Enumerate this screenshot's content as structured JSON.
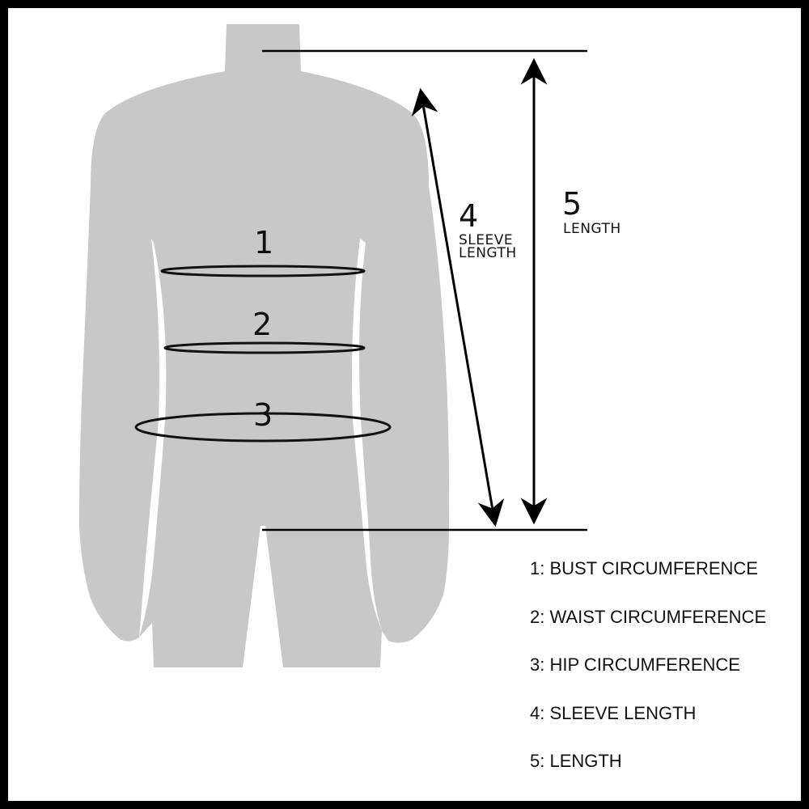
{
  "colors": {
    "frame": "#000000",
    "silhouette": "#c8c8c8",
    "background": "#ffffff",
    "ink": "#111111"
  },
  "markers": {
    "bust": "1",
    "waist": "2",
    "hip": "3",
    "sleeve": {
      "number": "4",
      "line1": "SLEEVE",
      "line2": "LENGTH"
    },
    "length": {
      "number": "5",
      "caption": "LENGTH"
    }
  },
  "legend": [
    {
      "text": "1: BUST CIRCUMFERENCE"
    },
    {
      "text": "2: WAIST CIRCUMFERENCE"
    },
    {
      "text": "3: HIP CIRCUMFERENCE"
    },
    {
      "text": "4: SLEEVE LENGTH"
    },
    {
      "text": "5: LENGTH"
    }
  ]
}
